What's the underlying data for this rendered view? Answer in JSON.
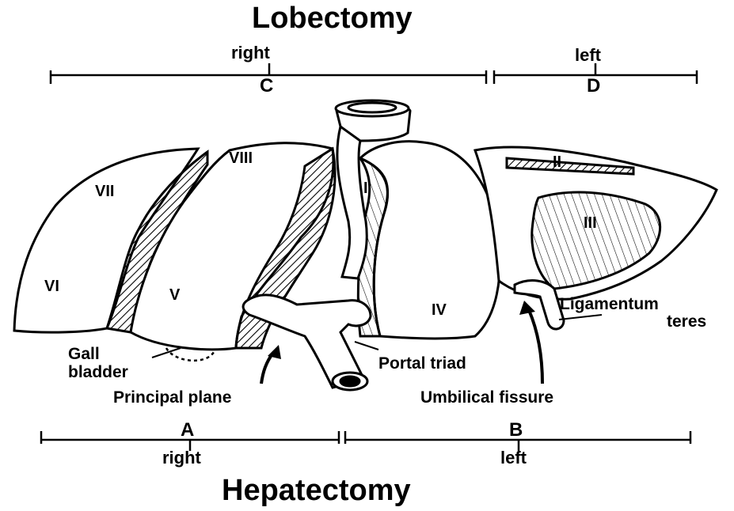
{
  "titles": {
    "top": "Lobectomy",
    "bottom": "Hepatectomy"
  },
  "brackets": {
    "top_right": {
      "side": "right",
      "letter": "C"
    },
    "top_left": {
      "side": "left",
      "letter": "D"
    },
    "bottom_right": {
      "side": "right",
      "letter": "A"
    },
    "bottom_left": {
      "side": "left",
      "letter": "B"
    }
  },
  "segments": [
    "I",
    "II",
    "III",
    "IV",
    "V",
    "VI",
    "VII",
    "VIII"
  ],
  "annotations": {
    "gall_bladder_1": "Gall",
    "gall_bladder_2": "bladder",
    "portal_triad": "Portal triad",
    "principal_plane": "Principal plane",
    "umbilical_fissure": "Umbilical fissure",
    "ligamentum_1": "Ligamentum",
    "ligamentum_2": "teres"
  }
}
